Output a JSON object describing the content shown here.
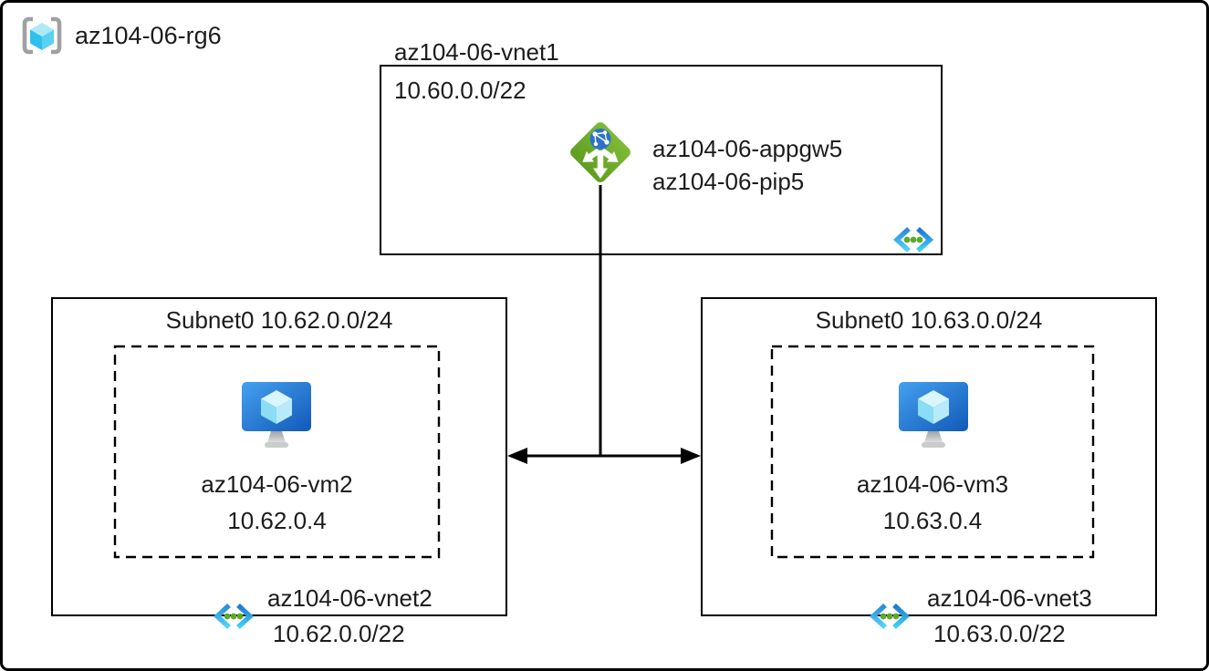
{
  "colors": {
    "ink": "#1c1c1c",
    "line": "#000000",
    "gw-green-light": "#7FBA38",
    "gw-green-dark": "#5F9E21",
    "globe-blue": "#2C72C8",
    "dot-green": "#5CA92C",
    "chev-blue-top": "#2B87DB",
    "chev-cyan-bottom": "#55D6F7",
    "vm-screen-light": "#44A1EF",
    "vm-screen-dark": "#1259B8",
    "rg-bracket-gray": "#A0A0A0",
    "cube-top": "#AEE9F8",
    "cube-left": "#2FC0EC",
    "cube-right": "#59D2F2"
  },
  "resource_group": {
    "label": "az104-06-rg6"
  },
  "vnet1": {
    "title": "az104-06-vnet1",
    "cidr": "10.60.0.0/22",
    "gateway_name": "az104-06-appgw5",
    "public_ip_name": "az104-06-pip5"
  },
  "vnet2": {
    "subnet_label": "Subnet0 10.62.0.0/24",
    "vm_name": "az104-06-vm2",
    "vm_ip": "10.62.0.4",
    "vnet_name": "az104-06-vnet2",
    "vnet_cidr": "10.62.0.0/22"
  },
  "vnet3": {
    "subnet_label": "Subnet0 10.63.0.0/24",
    "vm_name": "az104-06-vm3",
    "vm_ip": "10.63.0.4",
    "vnet_name": "az104-06-vnet3",
    "vnet_cidr": "10.63.0.0/22"
  }
}
